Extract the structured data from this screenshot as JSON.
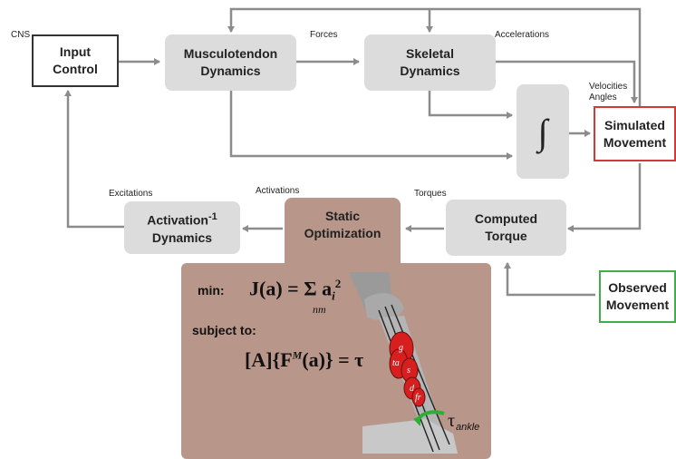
{
  "boxes": {
    "input_control": "Input\nControl",
    "musculotendon": "Musculotendon\nDynamics",
    "skeletal": "Skeletal\nDynamics",
    "integrator": "∫",
    "simulated": "Simulated\nMovement",
    "computed_torque": "Computed\nTorque",
    "observed": "Observed\nMovement",
    "activation_label": "Activation",
    "activation_sup": "-1",
    "activation_sub": "Dynamics",
    "static_opt": "Static\nOptimization"
  },
  "labels": {
    "cns": "CNS",
    "forces": "Forces",
    "accelerations": "Accelerations",
    "velocities": "Velocities",
    "angles": "Angles",
    "excitations": "Excitations",
    "activations": "Activations",
    "torques": "Torques"
  },
  "optimization": {
    "min_label": "min:",
    "objective": "J(a) = Σ a",
    "obj_exp": "2",
    "obj_sub_i": "i",
    "obj_sub_nm": "nm",
    "subject_label": "subject to:",
    "constraint": "[A]{F",
    "constraint_sup": "M",
    "constraint_tail": "(a)} = τ"
  },
  "leg": {
    "muscles": [
      "g",
      "ta",
      "s",
      "d",
      "fr"
    ],
    "tau": "τ",
    "tau_sub": "ankle"
  },
  "colors": {
    "box_gray": "#dcdcdc",
    "brown": "#b8978a",
    "arrow": "#8c8c8c",
    "simulated_border": "#d23a3a",
    "observed_border": "#3fae4b",
    "muscle_red": "#d81f1f",
    "torque_green": "#2fae35"
  }
}
